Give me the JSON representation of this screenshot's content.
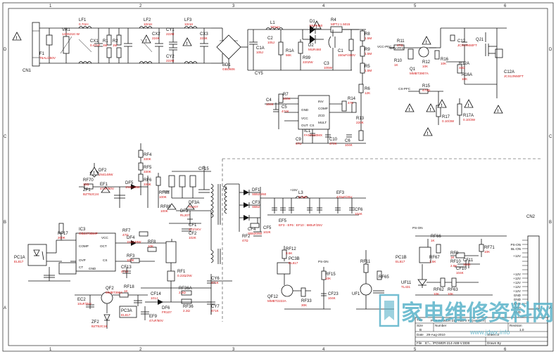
{
  "zone_columns": [
    "1",
    "2",
    "3",
    "4",
    "5",
    "6"
  ],
  "zone_rows": [
    "D",
    "C",
    "B",
    "A"
  ],
  "components": [
    {
      "ref": "CN1",
      "value": ""
    },
    {
      "ref": "F1",
      "value": "T5AL/250V"
    },
    {
      "ref": "VR1",
      "value": "14D621K-W"
    },
    {
      "ref": "LF1",
      "value": "0.7mH"
    },
    {
      "ref": "CX1",
      "value": "0.47uF"
    },
    {
      "ref": "R1",
      "value": "1M"
    },
    {
      "ref": "R2",
      "value": "1M"
    },
    {
      "ref": "LF2",
      "value": "10mH"
    },
    {
      "ref": "CX2",
      "value": "224K"
    },
    {
      "ref": "CY1",
      "value": "222M"
    },
    {
      "ref": "CY2",
      "value": "222M"
    },
    {
      "ref": "LF3",
      "value": "10mH"
    },
    {
      "ref": "CX3",
      "value": "224K"
    },
    {
      "ref": "BD1",
      "value": "GBU606"
    },
    {
      "ref": "L1",
      "value": "700uH"
    },
    {
      "ref": "R1A",
      "value": "56K"
    },
    {
      "ref": "C1A",
      "value": "105J"
    },
    {
      "ref": "C2",
      "value": "105J"
    },
    {
      "ref": "CY5",
      "value": ""
    },
    {
      "ref": "D1",
      "value": "MUR460"
    },
    {
      "ref": "D2",
      "value": "MUR460"
    },
    {
      "ref": "R99",
      "value": "2202W"
    },
    {
      "ref": "R4",
      "value": "MPTJ 1.5015"
    },
    {
      "ref": "C1",
      "value": "150uF/450V"
    },
    {
      "ref": "C3",
      "value": "105W"
    },
    {
      "ref": "R8",
      "value": "1.5M"
    },
    {
      "ref": "R9",
      "value": "1.5M"
    },
    {
      "ref": "R5",
      "value": "1.5M"
    },
    {
      "ref": "R6",
      "value": "12K"
    },
    {
      "ref": "R11",
      "value": "47Ω"
    },
    {
      "ref": "R10",
      "value": "1K"
    },
    {
      "ref": "R12",
      "value": "10K"
    },
    {
      "ref": "Q1",
      "value": "MMBT3907A"
    },
    {
      "ref": "R16",
      "value": "10K"
    },
    {
      "ref": "C12",
      "value": "JCS13N50FT"
    },
    {
      "ref": "QJ1",
      "value": ""
    },
    {
      "ref": "C12A",
      "value": "JCS13N50FT"
    },
    {
      "ref": "R12A",
      "value": "33Ω"
    },
    {
      "ref": "R16A",
      "value": "10K"
    },
    {
      "ref": "R15",
      "value": "470Ω"
    },
    {
      "ref": "R17",
      "value": "0.10/3W"
    },
    {
      "ref": "R17A",
      "value": "0.10/3W"
    },
    {
      "ref": "R7",
      "value": "100K"
    },
    {
      "ref": "C4",
      "value": "104K"
    },
    {
      "ref": "C5",
      "value": "474K"
    },
    {
      "ref": "IC1",
      "value": "FAN7530MX"
    },
    {
      "ref": "R14",
      "value": "47K"
    },
    {
      "ref": "R13",
      "value": "220K"
    },
    {
      "ref": "C9",
      "value": "47U"
    },
    {
      "ref": "C10",
      "value": "472K"
    },
    {
      "ref": "C6",
      "value": "104K"
    },
    {
      "ref": "RF4",
      "value": "330K"
    },
    {
      "ref": "RF5",
      "value": "330K"
    },
    {
      "ref": "RF6",
      "value": "330K"
    },
    {
      "ref": "DF2",
      "value": "1N4148W"
    },
    {
      "ref": "RF70",
      "value": "10Ω"
    },
    {
      "ref": "ZF1",
      "value": "BZT52C24"
    },
    {
      "ref": "EF1",
      "value": "47uF/50V"
    },
    {
      "ref": "DF5",
      "value": "1N4148W"
    },
    {
      "ref": "RF88",
      "value": "100K"
    },
    {
      "ref": "RF89",
      "value": "100K"
    },
    {
      "ref": "DF3",
      "value": "RL207"
    },
    {
      "ref": "DF3A",
      "value": "RL207"
    },
    {
      "ref": "CF1",
      "value": "472/1KV"
    },
    {
      "ref": "CF2",
      "value": "102K"
    },
    {
      "ref": "CF15",
      "value": ""
    },
    {
      "ref": "T1",
      "value": ""
    },
    {
      "ref": "IC3",
      "value": "OB2273BMP"
    },
    {
      "ref": "RF17",
      "value": "200K"
    },
    {
      "ref": "RF7",
      "value": "47Ω"
    },
    {
      "ref": "DF4",
      "value": "1N4148W"
    },
    {
      "ref": "RF8",
      "value": "10K"
    },
    {
      "ref": "RF3",
      "value": "100K"
    },
    {
      "ref": "RF1",
      "value": "0.22Ω/2W"
    },
    {
      "ref": "CF13",
      "value": "471J"
    },
    {
      "ref": "PC1A",
      "value": "EL817"
    },
    {
      "ref": "QF2",
      "value": "MMBT3904"
    },
    {
      "ref": "RF18",
      "value": "1K"
    },
    {
      "ref": "CF14",
      "value": "101J"
    },
    {
      "ref": "EC2",
      "value": "10uF/25V"
    },
    {
      "ref": "PC3A",
      "value": "EL817"
    },
    {
      "ref": "ZF2",
      "value": "BZT52C18"
    },
    {
      "ref": "EF9",
      "value": "47uF/50V"
    },
    {
      "ref": "DF6",
      "value": "FR107"
    },
    {
      "ref": "RF36A",
      "value": "2.2Ω"
    },
    {
      "ref": "RF36",
      "value": "2.2Ω"
    },
    {
      "ref": "CY6",
      "value": "471K"
    },
    {
      "ref": "CY7",
      "value": "471K"
    },
    {
      "ref": "DF1",
      "value": "SB520/60"
    },
    {
      "ref": "CF3",
      "value": "SB52"
    },
    {
      "ref": "CF4",
      "value": "SB520/60"
    },
    {
      "ref": "CF5",
      "value": "102K"
    },
    {
      "ref": "RF2",
      "value": "47Ω"
    },
    {
      "ref": "L3",
      "value": "0.2uH"
    },
    {
      "ref": "EF3",
      "value": "470uF/25V"
    },
    {
      "ref": "EF5",
      "value": "EF3 - EF6 : EF10 : 680uF/25V"
    },
    {
      "ref": "CF6",
      "value": "104K"
    },
    {
      "ref": "RF12",
      "value": "3.6K"
    },
    {
      "ref": "PC3B",
      "value": "EL817"
    },
    {
      "ref": "QF12",
      "value": "MMBT2222A"
    },
    {
      "ref": "RF33",
      "value": "30K"
    },
    {
      "ref": "RF15",
      "value": "10K"
    },
    {
      "ref": "CF23",
      "value": "104K"
    },
    {
      "ref": "RF11",
      "value": ""
    },
    {
      "ref": "UF1",
      "value": ""
    },
    {
      "ref": "RF65",
      "value": ""
    },
    {
      "ref": "PC1B",
      "value": "EL817"
    },
    {
      "ref": "RF66",
      "value": "1K"
    },
    {
      "ref": "RF67",
      "value": "1.5K"
    },
    {
      "ref": "RF9",
      "value": "1K"
    },
    {
      "ref": "RF10",
      "value": "2.8K"
    },
    {
      "ref": "RF71",
      "value": "10K"
    },
    {
      "ref": "CF11",
      "value": "104K"
    },
    {
      "ref": "CF10",
      "value": "104K"
    },
    {
      "ref": "UF11",
      "value": "TL431"
    },
    {
      "ref": "RF62",
      "value": "10K"
    },
    {
      "ref": "RF63",
      "value": "10K"
    },
    {
      "ref": "CN2",
      "value": ""
    }
  ],
  "nets": [
    "VCC-PFC",
    "DRV-PFC",
    "CS-PFC",
    "+12V",
    "+15V",
    "PS-ON",
    "PS-ON",
    "PS-ON",
    "BL-ON",
    "+12V",
    "+12V",
    "+12V",
    "+12V",
    "+12V",
    "+12V",
    "GND",
    "GND",
    "GND",
    "GND",
    "GND"
  ],
  "ic_pins": {
    "ic1": [
      "GND",
      "VCC",
      "OUT",
      "CS",
      "INV",
      "COMP",
      "ZCD",
      "MULT"
    ],
    "ic3": [
      "COMP",
      "OVP",
      "CT",
      "OCT",
      "VCC",
      "CS",
      "GND"
    ]
  },
  "warning_symbol": "!",
  "title_block": {
    "title_label": "Title",
    "title": "PCB POWER-214-A88-V FT(AS)(DIY)",
    "size_label": "Size",
    "size": "B",
    "number_label": "Number",
    "revision_label": "Revision",
    "revision": "1.0",
    "date_label": "Date",
    "date": "29-Aug-2010",
    "sheet_label": "Sheet of",
    "file_label": "File",
    "file": "E:\\... \\POWER-214-A88-V.DDB",
    "drawn_label": "Drawn By"
  },
  "watermark": {
    "text": "家电维修资料网",
    "url": "www.jdwx.info"
  }
}
